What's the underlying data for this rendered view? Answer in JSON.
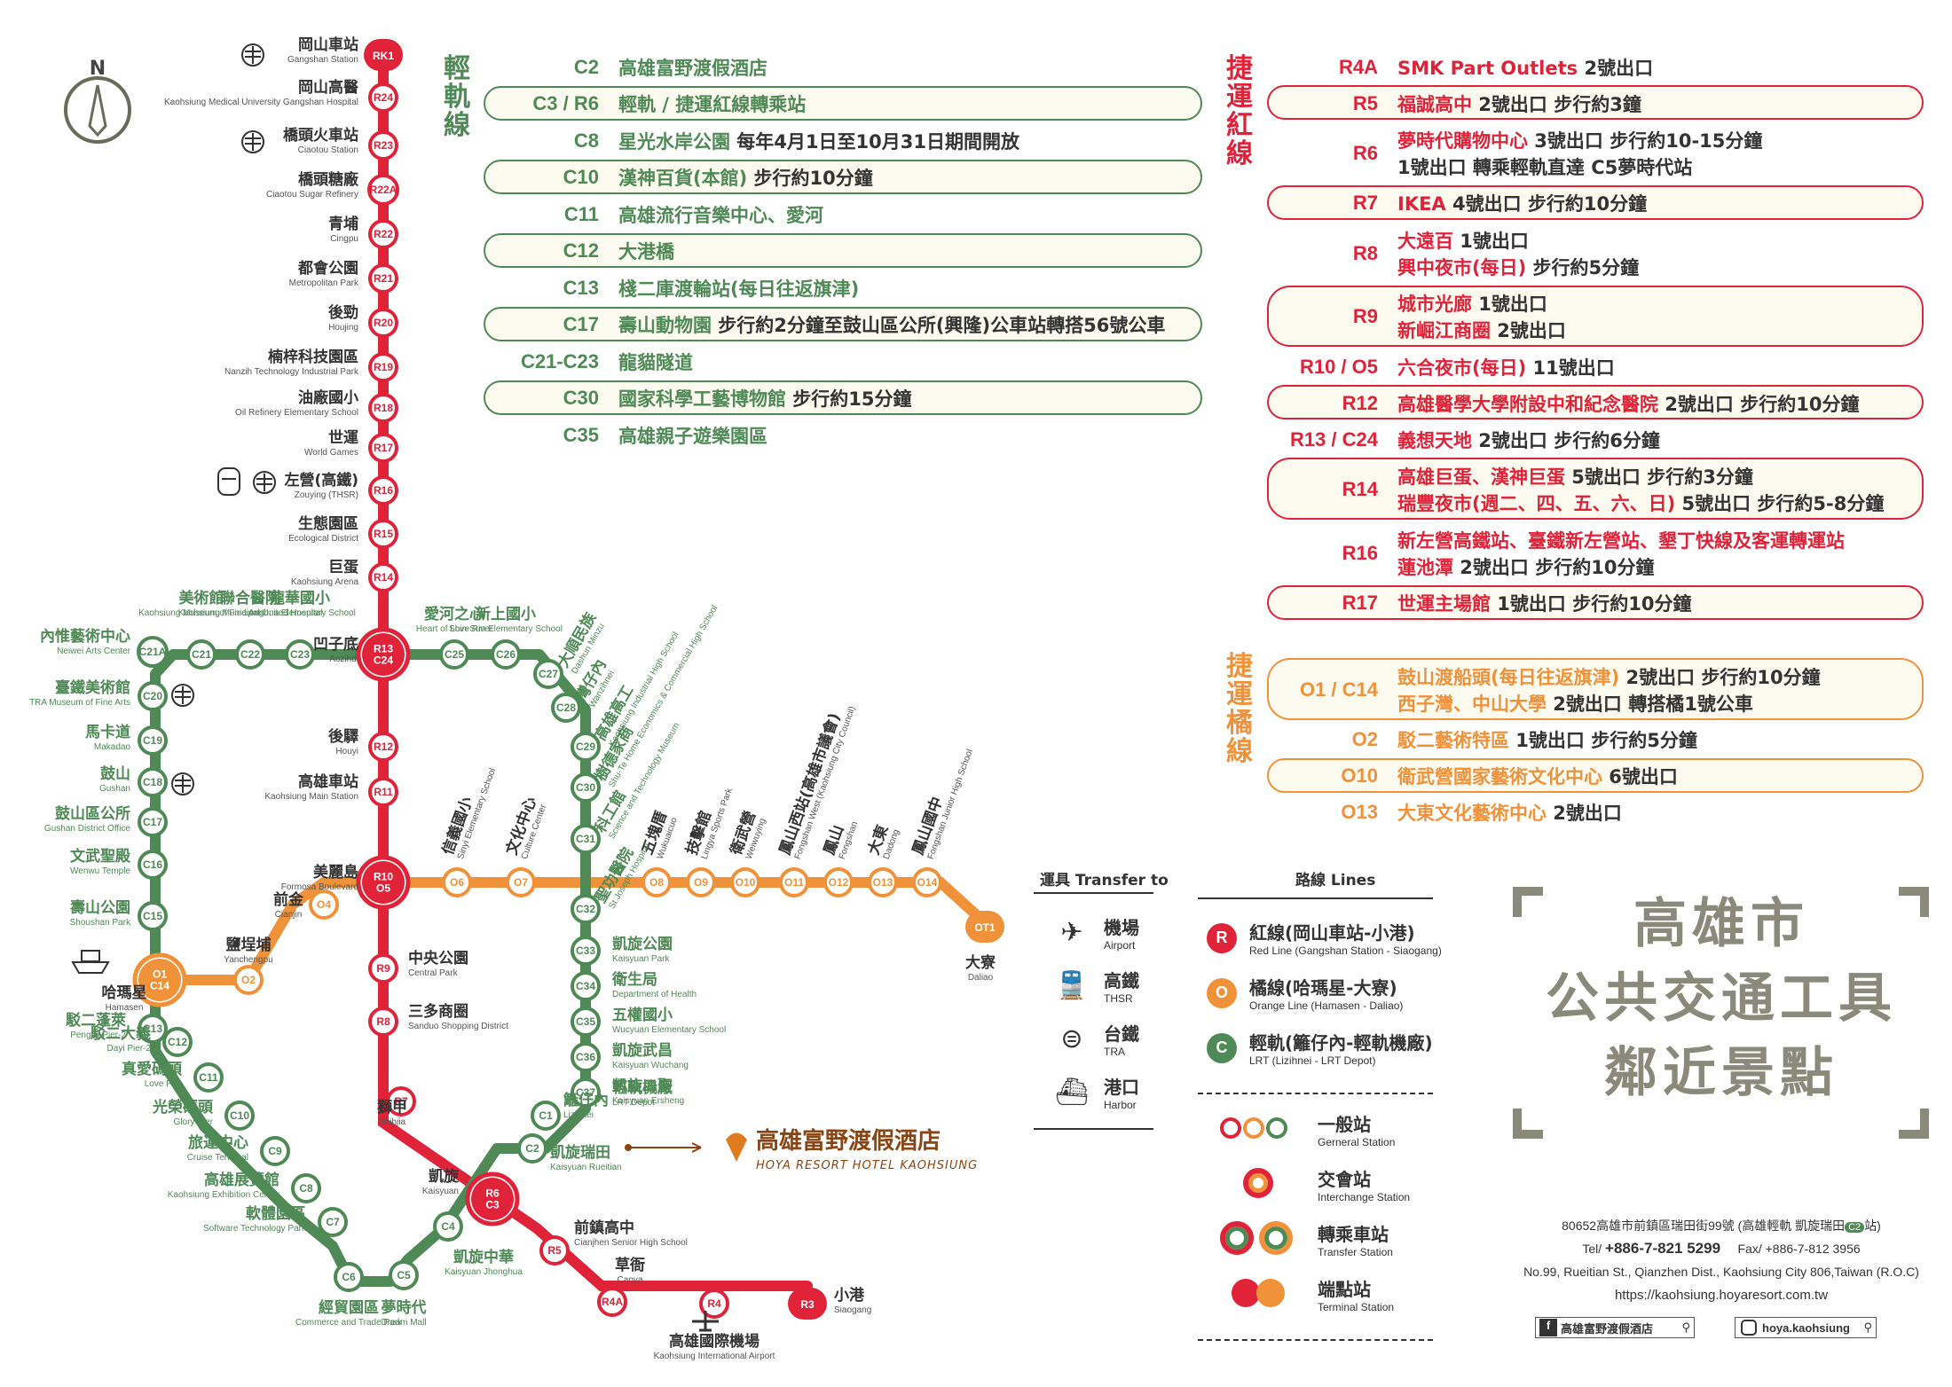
{
  "title": {
    "line1": "高雄市",
    "line2": "公共交通工具",
    "line3": "鄰近景點"
  },
  "compass": "N",
  "colors": {
    "red": "#e02339",
    "orange": "#f0923a",
    "green": "#4f8a56",
    "bg": "#ffffff"
  },
  "red_line_stations": [
    {
      "code": "RK1",
      "cn": "岡山車站",
      "en": "Gangshan Station"
    },
    {
      "code": "R24",
      "cn": "岡山高醫",
      "en": "Kaohsiung Medical University Gangshan Hospital"
    },
    {
      "code": "R23",
      "cn": "橋頭火車站",
      "en": "Ciaotou Station"
    },
    {
      "code": "R22A",
      "cn": "橋頭糖廠",
      "en": "Ciaotou Sugar Refinery"
    },
    {
      "code": "R22",
      "cn": "青埔",
      "en": "Cingpu"
    },
    {
      "code": "R21",
      "cn": "都會公園",
      "en": "Metropolitan Park"
    },
    {
      "code": "R20",
      "cn": "後勁",
      "en": "Houjing"
    },
    {
      "code": "R19",
      "cn": "楠梓科技園區",
      "en": "Nanzih Technology Industrial Park"
    },
    {
      "code": "R18",
      "cn": "油廠國小",
      "en": "Oil Refinery Elementary School"
    },
    {
      "code": "R17",
      "cn": "世運",
      "en": "World Games"
    },
    {
      "code": "R16",
      "cn": "左營(高鐵)",
      "en": "Zouying (THSR)"
    },
    {
      "code": "R15",
      "cn": "生態園區",
      "en": "Ecological District"
    },
    {
      "code": "R14",
      "cn": "巨蛋",
      "en": "Kaohsiung Arena"
    },
    {
      "code": "R13\nC24",
      "cn": "凹子底",
      "en": "Aozihdi"
    },
    {
      "code": "R12",
      "cn": "後驛",
      "en": "Houyi"
    },
    {
      "code": "R11",
      "cn": "高雄車站",
      "en": "Kaohsiung Main Station"
    },
    {
      "code": "R10\nO5",
      "cn": "美麗島",
      "en": "Formosa Boulevard"
    },
    {
      "code": "R9",
      "cn": "中央公園",
      "en": "Central Park"
    },
    {
      "code": "R8",
      "cn": "三多商圈",
      "en": "Sanduo Shopping District"
    },
    {
      "code": "R7",
      "cn": "獅甲",
      "en": "Shihjia"
    },
    {
      "code": "R6\nC3",
      "cn": "凱旋",
      "en": "Kaisyuan"
    },
    {
      "code": "R5",
      "cn": "前鎮高中",
      "en": "Cianjhen Senior High School"
    },
    {
      "code": "R4A",
      "cn": "草衙",
      "en": "Caoya"
    },
    {
      "code": "R4",
      "cn": "高雄國際機場",
      "en": "Kaohsiung International Airport"
    },
    {
      "code": "R3",
      "cn": "小港",
      "en": "Siaogang"
    }
  ],
  "orange_line_stations": [
    {
      "code": "O1\nC14",
      "cn": "哈瑪星",
      "en": "Hamasen"
    },
    {
      "code": "O2",
      "cn": "鹽埕埔",
      "en": "Yanchengpu"
    },
    {
      "code": "O4",
      "cn": "前金",
      "en": "Cianjin"
    },
    {
      "code": "O6",
      "cn": "信義國小",
      "en": "Sinyi Elementary School"
    },
    {
      "code": "O7",
      "cn": "文化中心",
      "en": "Culture Center"
    },
    {
      "code": "O8",
      "cn": "五塊厝",
      "en": "Wukuaicuo"
    },
    {
      "code": "O9",
      "cn": "技擊館",
      "en": "Lingya Sports Park"
    },
    {
      "code": "O10",
      "cn": "衛武營",
      "en": "Weiwuying"
    },
    {
      "code": "O11",
      "cn": "鳳山西站(高雄市議會)",
      "en": "Fongshan West (Kaohsiung City Council)"
    },
    {
      "code": "O12",
      "cn": "鳳山",
      "en": "Fongshan"
    },
    {
      "code": "O13",
      "cn": "大東",
      "en": "Dadong"
    },
    {
      "code": "O14",
      "cn": "鳳山國中",
      "en": "Fongshan Junior High School"
    },
    {
      "code": "OT1",
      "cn": "大寮",
      "en": "Daliao"
    }
  ],
  "lrt_stations": [
    {
      "code": "C1",
      "cn": "籬仔內",
      "en": "Lizihnei"
    },
    {
      "code": "C2",
      "cn": "凱旋瑞田",
      "en": "Kaisyuan Rueitian"
    },
    {
      "code": "C4",
      "cn": "凱旋中華",
      "en": "Kaisyuan Jhonghua"
    },
    {
      "code": "C5",
      "cn": "夢時代",
      "en": "Dream Mall"
    },
    {
      "code": "C6",
      "cn": "經貿園區",
      "en": "Commerce and Trade Park"
    },
    {
      "code": "C7",
      "cn": "軟體園區",
      "en": "Software Technology Park"
    },
    {
      "code": "C8",
      "cn": "高雄展覽館",
      "en": "Kaohsiung Exhibition Center"
    },
    {
      "code": "C9",
      "cn": "旅運中心",
      "en": "Cruise Terminal"
    },
    {
      "code": "C10",
      "cn": "光榮碼頭",
      "en": "Glory Pier"
    },
    {
      "code": "C11",
      "cn": "真愛碼頭",
      "en": "Love Pier"
    },
    {
      "code": "C12",
      "cn": "駁二大義",
      "en": "Dayi Pier-2"
    },
    {
      "code": "C13",
      "cn": "駁二蓬萊",
      "en": "Penglai Pier-2"
    },
    {
      "code": "C15",
      "cn": "壽山公園",
      "en": "Shoushan Park"
    },
    {
      "code": "C16",
      "cn": "文武聖殿",
      "en": "Wenwu Temple"
    },
    {
      "code": "C17",
      "cn": "鼓山區公所",
      "en": "Gushan District Office"
    },
    {
      "code": "C18",
      "cn": "鼓山",
      "en": "Gushan"
    },
    {
      "code": "C19",
      "cn": "馬卡道",
      "en": "Makadao"
    },
    {
      "code": "C20",
      "cn": "臺鐵美術館",
      "en": "TRA Museum of Fine Arts"
    },
    {
      "code": "C21A",
      "cn": "內惟藝術中心",
      "en": "Neiwei Arts Center"
    },
    {
      "code": "C21",
      "cn": "美術館",
      "en": "Kaohsiung Museum of Fine Arts"
    },
    {
      "code": "C22",
      "cn": "聯合醫院",
      "en": "Kaohsiung Municipal United Hospital"
    },
    {
      "code": "C23",
      "cn": "龍華國小",
      "en": "Longhua Elementary School"
    },
    {
      "code": "C25",
      "cn": "愛河之心",
      "en": "Heart of Love River"
    },
    {
      "code": "C26",
      "cn": "新上國小",
      "en": "Shin-Sun Elementary School"
    },
    {
      "code": "C27",
      "cn": "大順民族",
      "en": "Dashun Minzu"
    },
    {
      "code": "C28",
      "cn": "灣仔內",
      "en": "Wanzihnei"
    },
    {
      "code": "C29",
      "cn": "高雄高工",
      "en": "Kaohsiung Industrial High School"
    },
    {
      "code": "C30",
      "cn": "樹德家商",
      "en": "Shu-Te Home Economics & Commercial High School"
    },
    {
      "code": "C31",
      "cn": "科工館",
      "en": "Science and Technology Museum"
    },
    {
      "code": "C32",
      "cn": "聖功醫院",
      "en": "St.Joseph Hospital"
    },
    {
      "code": "C33",
      "cn": "凱旋公園",
      "en": "Kaisyuan Park"
    },
    {
      "code": "C34",
      "cn": "衛生局",
      "en": "Department of Health"
    },
    {
      "code": "C35",
      "cn": "五權國小",
      "en": "Wucyuan Elementary School"
    },
    {
      "code": "C36",
      "cn": "凱旋武昌",
      "en": "Kaisyuan Wuchang"
    },
    {
      "code": "C37",
      "cn": "凱旋二聖",
      "en": "Kaisyuan Ersheng"
    },
    {
      "code": "C37b",
      "cn": "輕軌機廠",
      "en": "LRT Depot"
    }
  ],
  "hotel": {
    "cn": "高雄富野渡假酒店",
    "en": "HOYA RESORT HOTEL KAOHSIUNG"
  },
  "lrt_panel": {
    "label": "輕軌線",
    "rows": [
      {
        "code": "C2",
        "text": "高雄富野渡假酒店",
        "extra": "",
        "pill": false
      },
      {
        "code": "C3 / R6",
        "text": "輕軌 / 捷運紅線轉乘站",
        "extra": "",
        "pill": true
      },
      {
        "code": "C8",
        "text": "星光水岸公園",
        "extra": "每年4月1日至10月31日期間開放",
        "pill": false
      },
      {
        "code": "C10",
        "text": "漢神百貨(本館)",
        "extra": "步行約10分鐘",
        "pill": true
      },
      {
        "code": "C11",
        "text": "高雄流行音樂中心、愛河",
        "extra": "",
        "pill": false
      },
      {
        "code": "C12",
        "text": "大港橋",
        "extra": "",
        "pill": true
      },
      {
        "code": "C13",
        "text": "棧二庫渡輪站(每日往返旗津)",
        "extra": "",
        "pill": false
      },
      {
        "code": "C17",
        "text": "壽山動物園",
        "extra": "步行約2分鐘至鼓山區公所(興隆)公車站轉搭56號公車",
        "pill": true
      },
      {
        "code": "C21-C23",
        "text": "龍貓隧道",
        "extra": "",
        "pill": false
      },
      {
        "code": "C30",
        "text": "國家科學工藝博物館",
        "extra": "步行約15分鐘",
        "pill": true
      },
      {
        "code": "C35",
        "text": "高雄親子遊樂園區",
        "extra": "",
        "pill": false
      }
    ]
  },
  "red_panel": {
    "label": "捷運紅線",
    "rows": [
      {
        "code": "R4A",
        "l1": "SMK Part Outlets",
        "e1": "2號出口",
        "l2": "",
        "e2": "",
        "pill": false
      },
      {
        "code": "R5",
        "l1": "福誠高中",
        "e1": "2號出口 步行約3鐘",
        "l2": "",
        "e2": "",
        "pill": true
      },
      {
        "code": "R6",
        "l1": "夢時代購物中心",
        "e1": "3號出口 步行約10-15分鐘",
        "l2": "",
        "e2": "1號出口 轉乘輕軌直達 C5夢時代站",
        "pill": false
      },
      {
        "code": "R7",
        "l1": "IKEA",
        "e1": "4號出口 步行約10分鐘",
        "l2": "",
        "e2": "",
        "pill": true
      },
      {
        "code": "R8",
        "l1": "大遠百",
        "e1": "1號出口",
        "l2": "興中夜市(每日)",
        "e2": "步行約5分鐘",
        "pill": false
      },
      {
        "code": "R9",
        "l1": "城市光廊",
        "e1": "1號出口",
        "l2": "新崛江商圈",
        "e2": "2號出口",
        "pill": true
      },
      {
        "code": "R10 / O5",
        "l1": "六合夜市(每日)",
        "e1": "11號出口",
        "l2": "",
        "e2": "",
        "pill": false
      },
      {
        "code": "R12",
        "l1": "高雄醫學大學附設中和紀念醫院",
        "e1": "2號出口 步行約10分鐘",
        "l2": "",
        "e2": "",
        "pill": true
      },
      {
        "code": "R13 / C24",
        "l1": "義想天地",
        "e1": "2號出口 步行約6分鐘",
        "l2": "",
        "e2": "",
        "pill": false
      },
      {
        "code": "R14",
        "l1": "高雄巨蛋、漢神巨蛋",
        "e1": "5號出口 步行約3分鐘",
        "l2": "瑞豐夜市(週二、四、五、六、日)",
        "e2": "5號出口 步行約5-8分鐘",
        "pill": true
      },
      {
        "code": "R16",
        "l1": "新左營高鐵站、臺鐵新左營站、墾丁快線及客運轉運站",
        "e1": "",
        "l2": "蓮池潭",
        "e2": "2號出口 步行約10分鐘",
        "pill": false
      },
      {
        "code": "R17",
        "l1": "世運主場館",
        "e1": "1號出口 步行約10分鐘",
        "l2": "",
        "e2": "",
        "pill": true
      }
    ]
  },
  "orange_panel": {
    "label": "捷運橘線",
    "rows": [
      {
        "code": "O1 / C14",
        "l1": "鼓山渡船頭(每日往返旗津)",
        "e1": "2號出口 步行約10分鐘",
        "l2": "西子灣、中山大學",
        "e2": "2號出口 轉搭橘1號公車",
        "pill": true
      },
      {
        "code": "O2",
        "l1": "駁二藝術特區",
        "e1": "1號出口 步行約5分鐘",
        "l2": "",
        "e2": "",
        "pill": false
      },
      {
        "code": "O10",
        "l1": "衛武營國家藝術文化中心",
        "e1": "6號出口",
        "l2": "",
        "e2": "",
        "pill": true
      },
      {
        "code": "O13",
        "l1": "大東文化藝術中心",
        "e1": "2號出口",
        "l2": "",
        "e2": "",
        "pill": false
      }
    ]
  },
  "transfer_legend": {
    "title": "運具 Transfer to",
    "items": [
      {
        "cn": "機場",
        "en": "Airport",
        "icon": "airplane-icon"
      },
      {
        "cn": "高鐵",
        "en": "THSR",
        "icon": "train-icon"
      },
      {
        "cn": "台鐵",
        "en": "TRA",
        "icon": "tra-logo-icon"
      },
      {
        "cn": "港口",
        "en": "Harbor",
        "icon": "ship-icon"
      }
    ]
  },
  "line_legend": {
    "title": "路線 Lines",
    "items": [
      {
        "badge": "R",
        "cn": "紅線(岡山車站-小港)",
        "en": "Red Line (Gangshan Station - Siaogang)",
        "color": "#e02339"
      },
      {
        "badge": "O",
        "cn": "橘線(哈瑪星-大寮)",
        "en": "Orange Line (Hamasen - Daliao)",
        "color": "#f0923a"
      },
      {
        "badge": "C",
        "cn": "輕軌(籬仔內-輕軌機廠)",
        "en": "LRT (Lizihnei - LRT Depot)",
        "color": "#4f8a56"
      }
    ],
    "station_types": [
      {
        "cn": "一般站",
        "en": "Gerneral Station"
      },
      {
        "cn": "交會站",
        "en": "Interchange Station"
      },
      {
        "cn": "轉乘車站",
        "en": "Transfer Station"
      },
      {
        "cn": "端點站",
        "en": "Terminal Station"
      }
    ]
  },
  "contact": {
    "address_cn": "80652高雄市前鎮區瑞田街99號",
    "address_note": "(高雄輕軌 凱旋瑞田",
    "address_note_badge": "C2",
    "address_note_tail": "站)",
    "tel_label": "Tel/",
    "tel": "+886-7-821 5299",
    "fax": "Fax/ +886-7-812 3956",
    "address_en": "No.99, Rueitian St., Qianzhen Dist., Kaohsiung City 806,Taiwan (R.O.C)",
    "url": "https://kaohsiung.hoyaresort.com.tw",
    "facebook": "高雄富野渡假酒店",
    "instagram": "hoya.kaohsiung"
  }
}
